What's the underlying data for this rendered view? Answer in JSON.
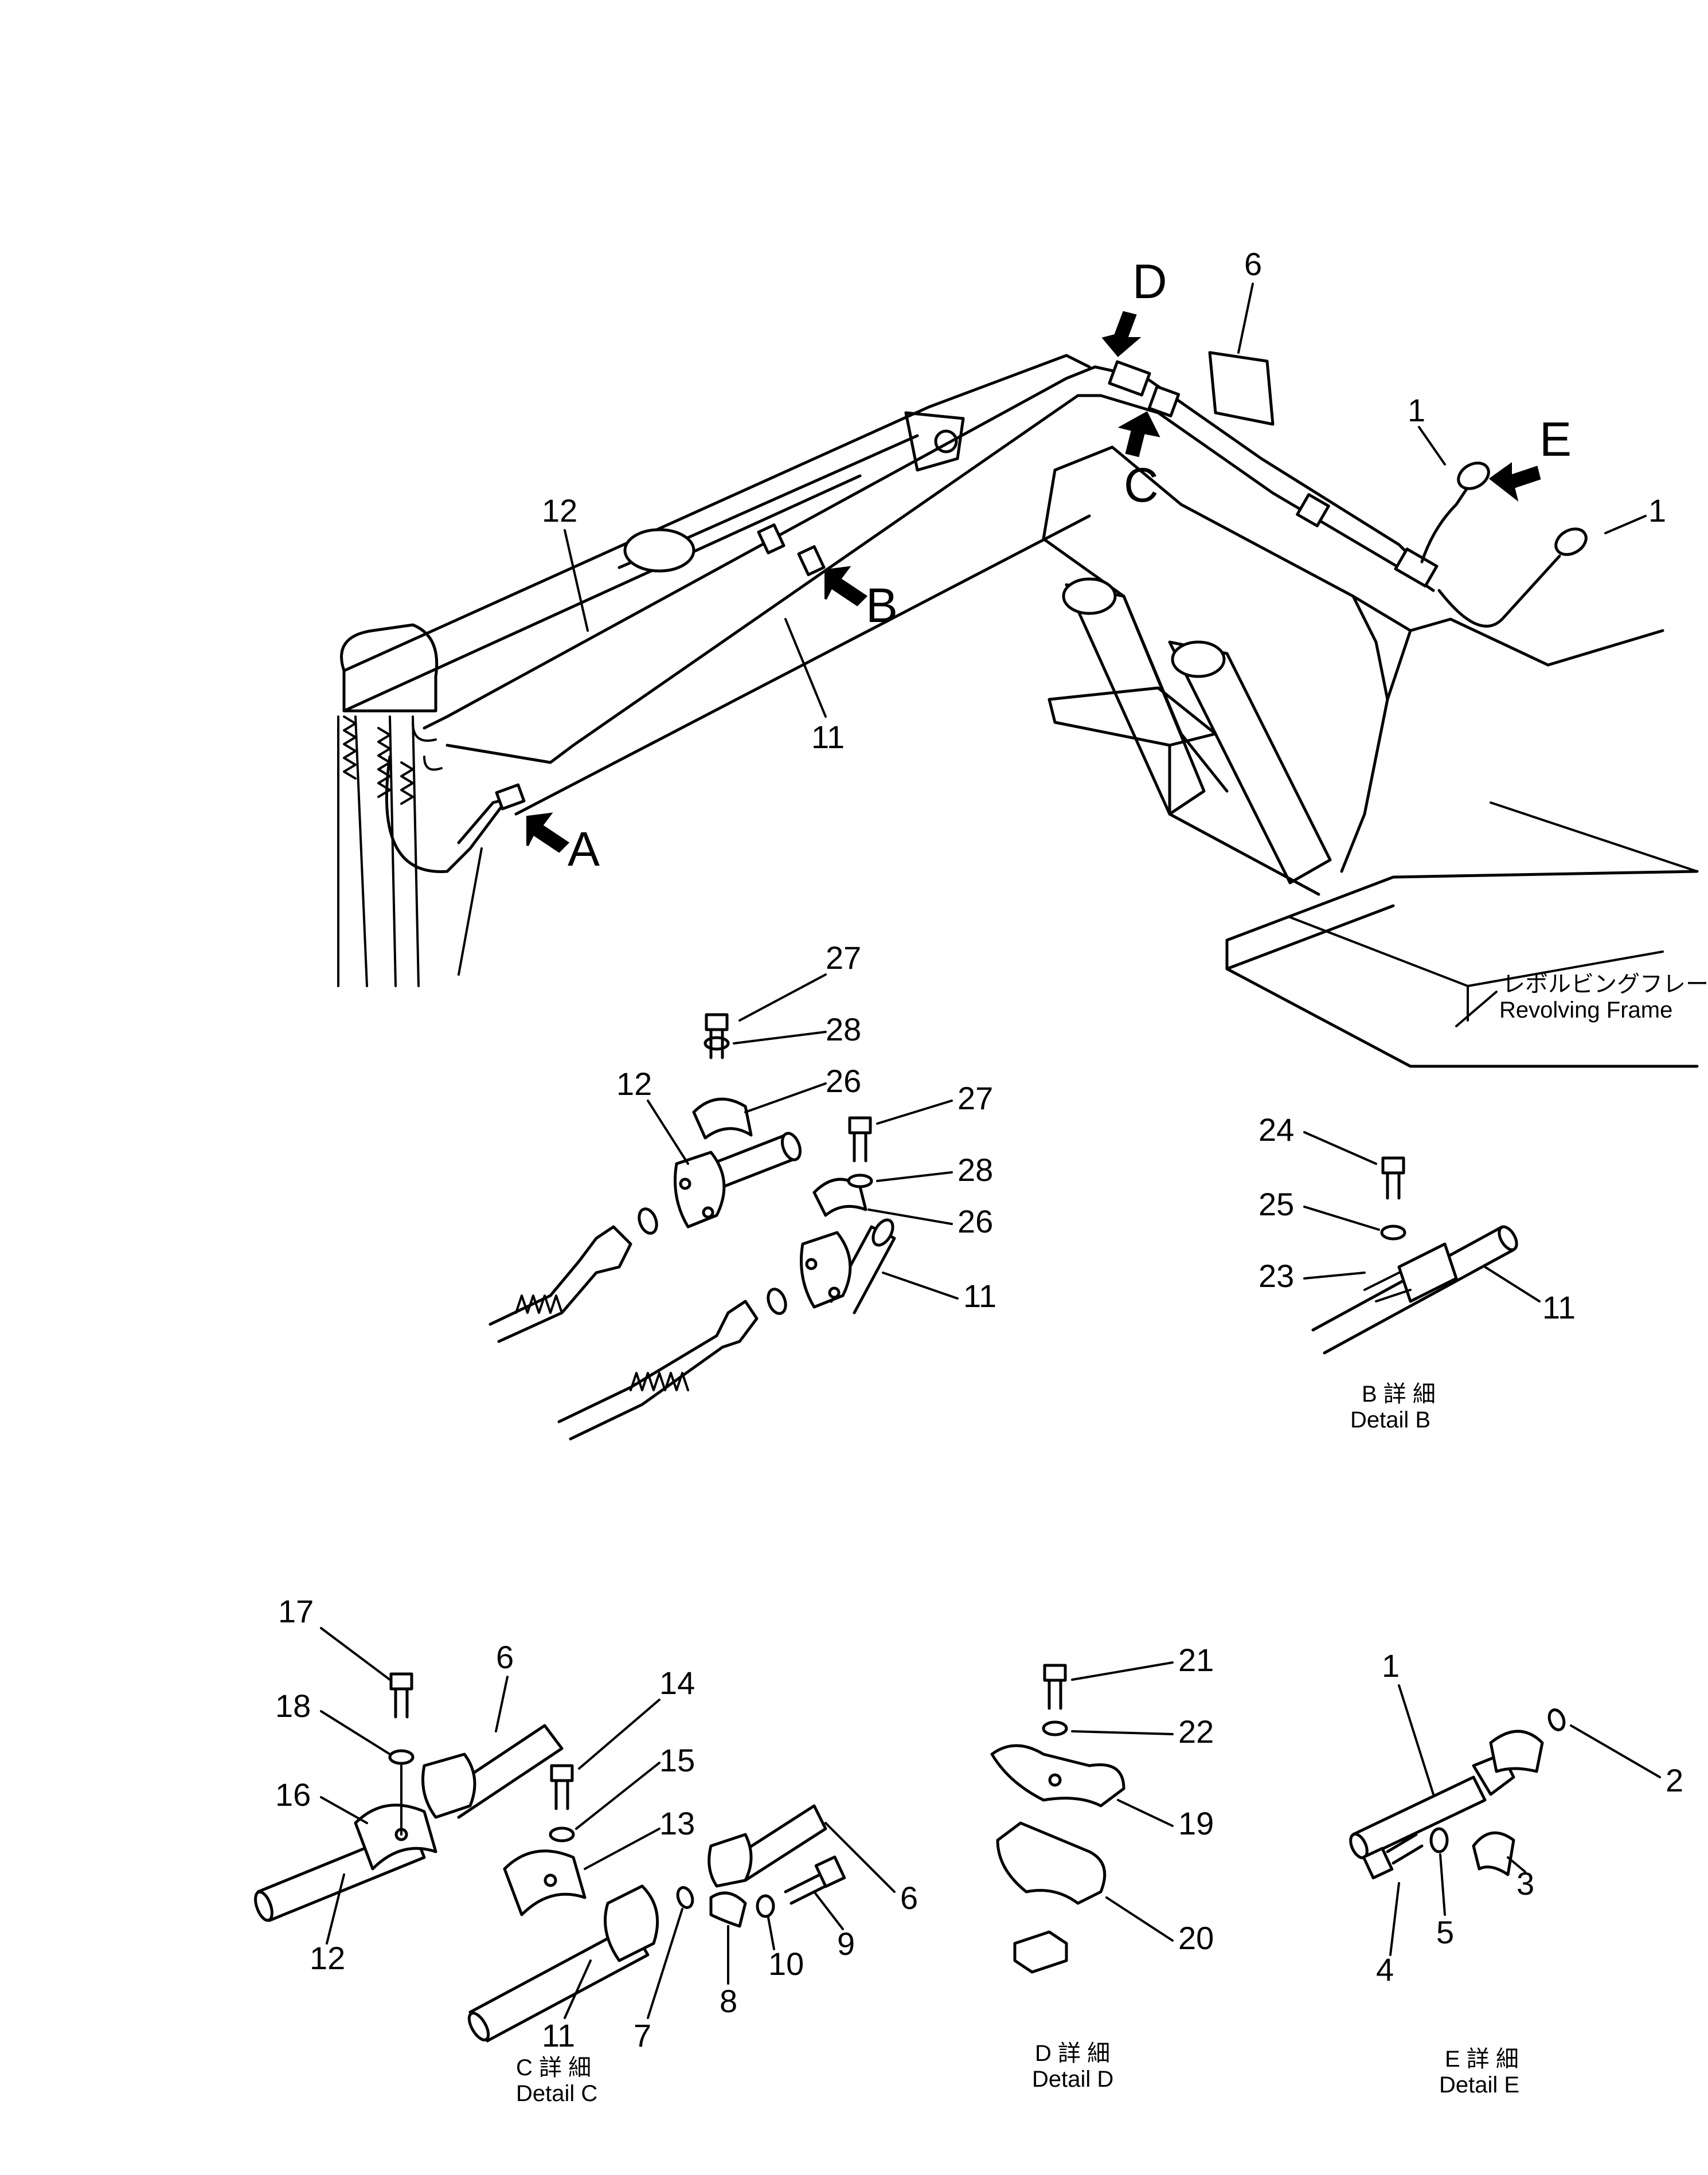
{
  "callouts": {
    "main": [
      "1",
      "1",
      "6",
      "11",
      "12"
    ],
    "arrows": [
      "A",
      "B",
      "C",
      "D",
      "E"
    ],
    "detail_a": [
      "27",
      "28",
      "26",
      "12",
      "27",
      "28",
      "26",
      "11"
    ],
    "detail_b": [
      "24",
      "25",
      "23",
      "11"
    ],
    "detail_c": [
      "17",
      "6",
      "18",
      "16",
      "12",
      "14",
      "15",
      "13",
      "6",
      "9",
      "10",
      "8",
      "11",
      "7"
    ],
    "detail_d": [
      "21",
      "22",
      "19",
      "20"
    ],
    "detail_e": [
      "1",
      "2",
      "3",
      "5",
      "4"
    ]
  },
  "frame_label": {
    "jp": "レボルビングフレーム",
    "en": "Revolving  Frame"
  },
  "captions": {
    "b": {
      "jp": "B 詳 細",
      "en": "Detail B"
    },
    "c": {
      "jp": "C 詳 細",
      "en": "Detail C"
    },
    "d": {
      "jp": "D 詳 細",
      "en": "Detail D"
    },
    "e": {
      "jp": "E 詳 細",
      "en": "Detail E"
    }
  }
}
